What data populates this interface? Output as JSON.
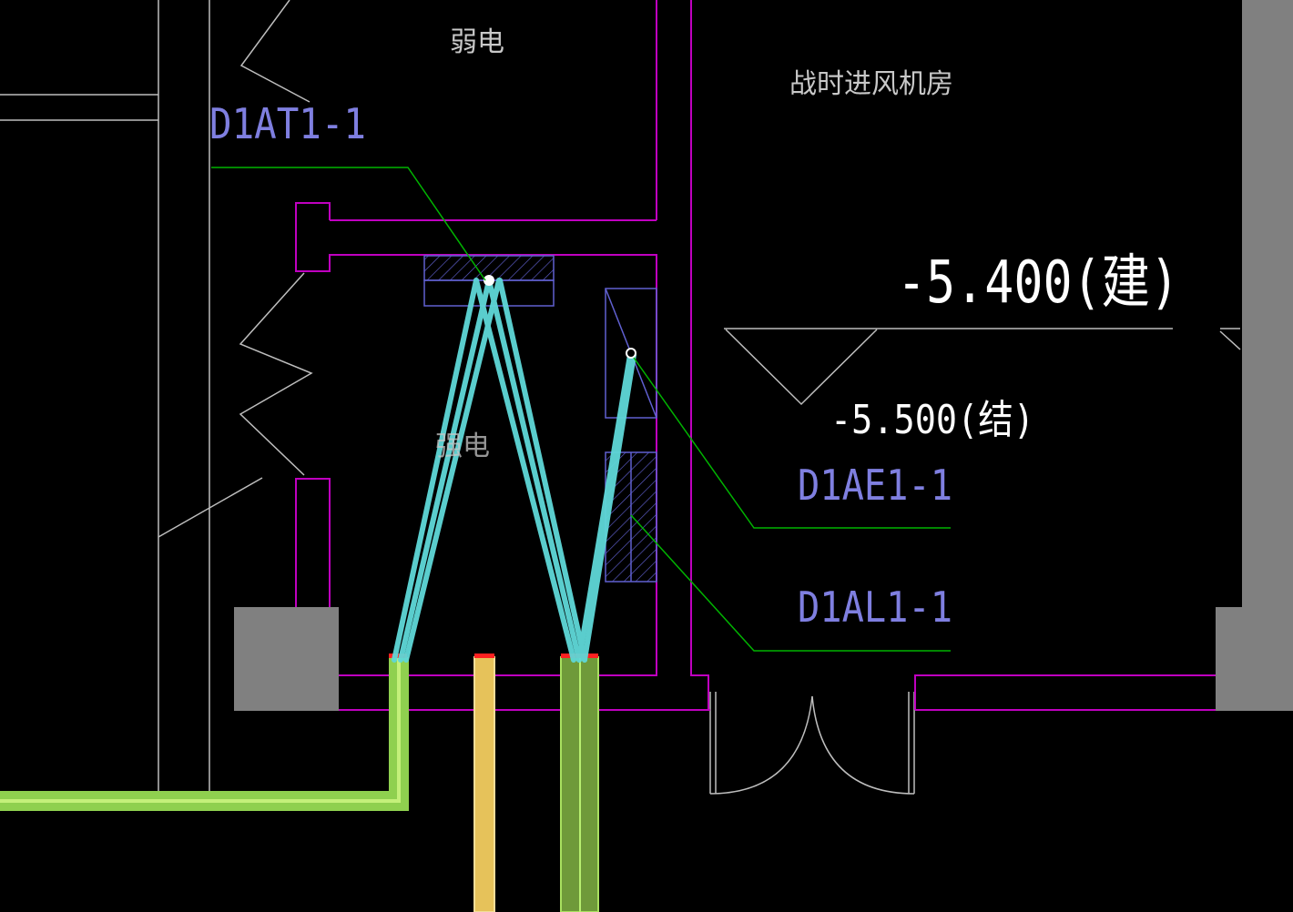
{
  "rooms": {
    "weak_current": "弱电",
    "strong_current": "强电",
    "wartime_intake_room": "战时进风机房"
  },
  "equipment_tags": {
    "tag_at": "D1AT1-1",
    "tag_ae": "D1AE1-1",
    "tag_al": "D1AL1-1"
  },
  "elevations": {
    "architectural": "-5.400(建)",
    "structural": "-5.500(结)"
  },
  "colors": {
    "wall": "#c000c0",
    "building_line": "#bebebe",
    "leader": "#00b400",
    "tray_cyan": "#5fd8d8",
    "conduit_green": "#8fd04f",
    "conduit_yellow": "#e6c25a",
    "column_fill": "#808080",
    "equipment": "#6060d0"
  }
}
